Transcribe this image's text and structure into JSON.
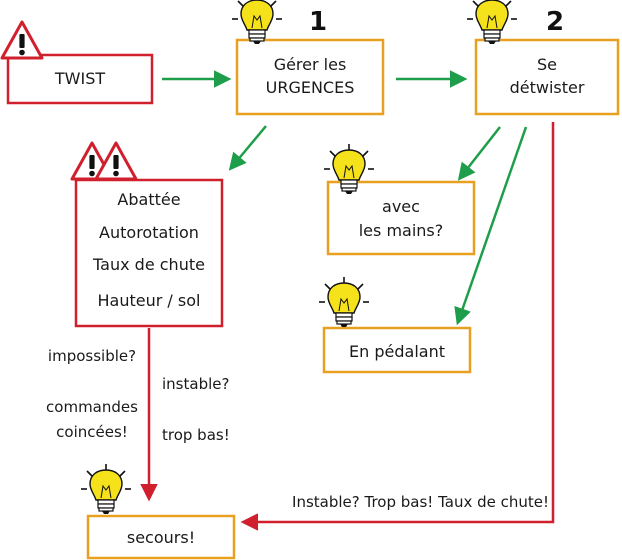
{
  "nodes": {
    "twist": {
      "label": "TWIST",
      "border": "#d0202e"
    },
    "urgences": {
      "number": "1",
      "lines": [
        "Gérer les",
        "URGENCES"
      ],
      "border": "#e8a020"
    },
    "detwister": {
      "number": "2",
      "lines": [
        "Se",
        "détwister"
      ],
      "border": "#e8a020"
    },
    "dangers": {
      "lines": [
        "Abattée",
        "Autorotation",
        "Taux de chute",
        "Hauteur / sol"
      ],
      "border": "#d0202e"
    },
    "mains": {
      "lines": [
        "avec",
        "les mains?"
      ],
      "border": "#e8a020"
    },
    "pedalant": {
      "label": "En pédalant",
      "border": "#e8a020"
    },
    "secours": {
      "label": "secours!",
      "border": "#e8a020"
    }
  },
  "edge_labels": {
    "impossible": "impossible?",
    "commandes": [
      "commandes",
      "coincées!"
    ],
    "instable": "instable?",
    "trop_bas": "trop bas!",
    "red_return": "Instable? Trop bas! Taux de chute!"
  },
  "colors": {
    "green_arrow": "#1e9e4a",
    "red_arrow": "#d0202e",
    "bulb": "#f5e21a",
    "warning": "#d0202e"
  },
  "icons": [
    "lightbulb-icon",
    "warning-triangle-icon"
  ]
}
